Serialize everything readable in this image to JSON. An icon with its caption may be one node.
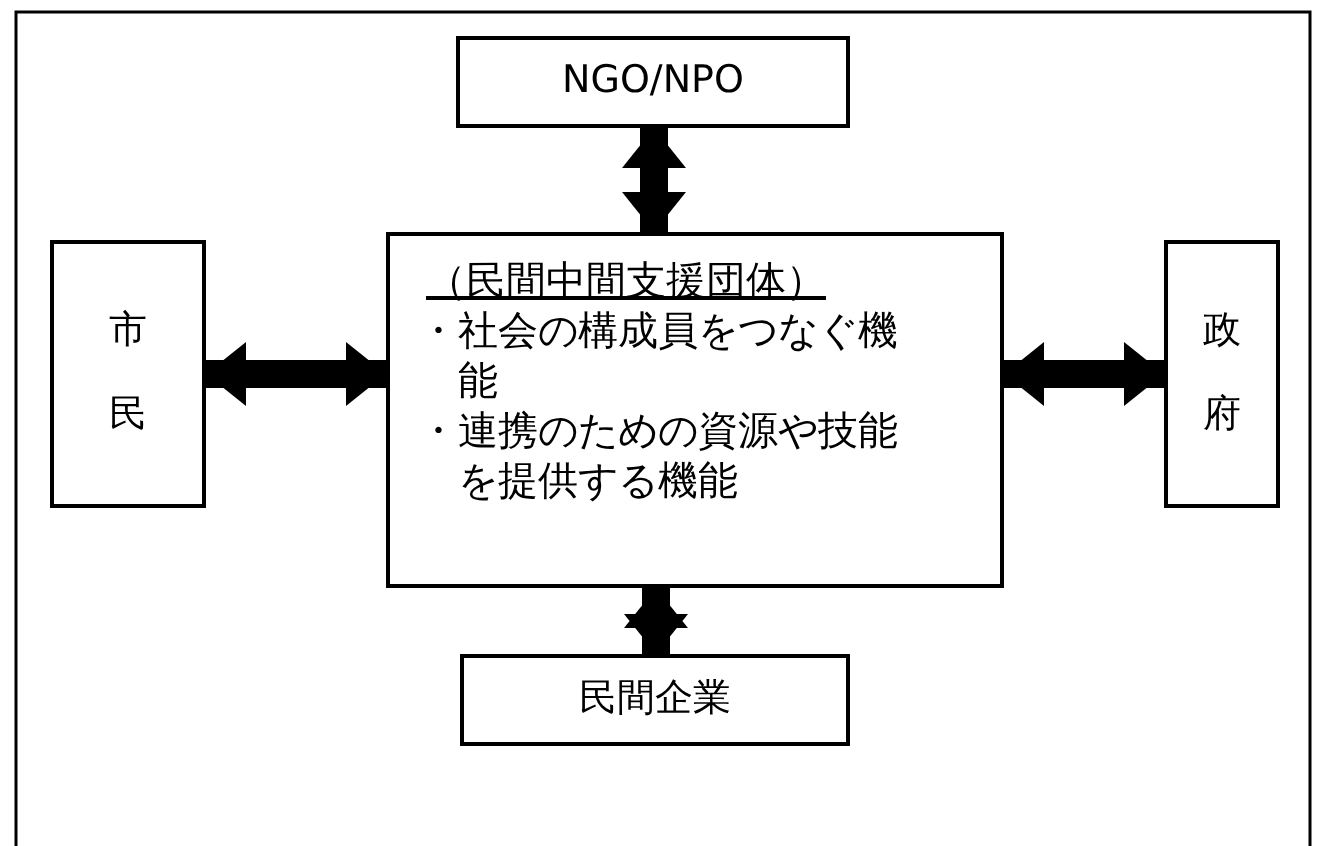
{
  "diagram": {
    "nodes": [
      {
        "text": [
          "NGO/NPO"
        ]
      },
      {
        "text": [
          "市民"
        ]
      },
      {
        "text": [
          "（民間中間支援団体）",
          "・社会の構成員をつなぐ機能",
          "・連携のための資源や技能を提供する機能"
        ]
      },
      {
        "text": [
          "政府"
        ]
      },
      {
        "text": [
          "民間企業"
        ]
      }
    ],
    "edges": [
      {
        "from": 0,
        "to": 2,
        "arrow": "both"
      },
      {
        "from": 1,
        "to": 2,
        "arrow": "both"
      },
      {
        "from": 2,
        "to": 3,
        "arrow": "both"
      },
      {
        "from": 2,
        "to": 4,
        "arrow": "both"
      }
    ]
  }
}
